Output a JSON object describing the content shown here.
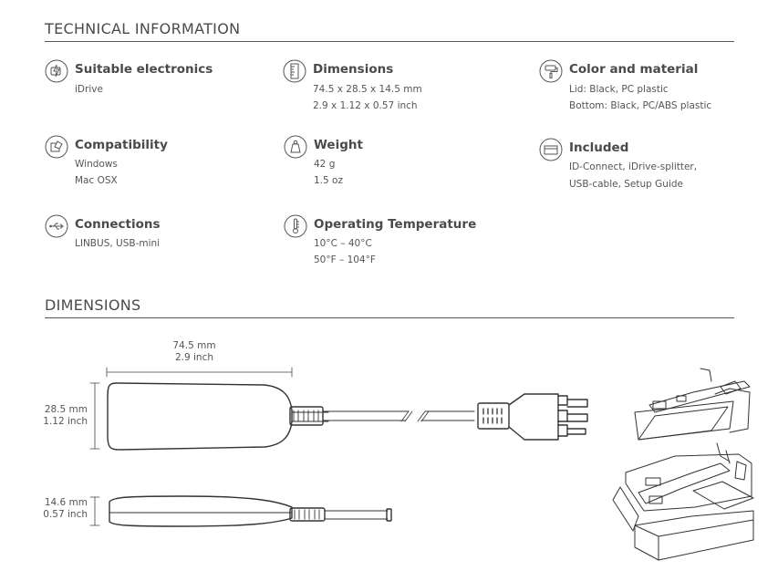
{
  "technical": {
    "title": "TECHNICAL INFORMATION",
    "specs": [
      {
        "icon": "electronics-icon",
        "title": "Suitable electronics",
        "lines": [
          "iDrive"
        ]
      },
      {
        "icon": "dimensions-ruler-icon",
        "title": "Dimensions",
        "lines": [
          "74.5 x 28.5 x 14.5 mm",
          "2.9 x 1.12 x 0.57 inch"
        ]
      },
      {
        "icon": "paint-roller-icon",
        "title": "Color and material",
        "lines": [
          "Lid: Black, PC plastic",
          "Bottom: Black, PC/ABS plastic"
        ]
      },
      {
        "icon": "compatibility-icon",
        "title": "Compatibility",
        "lines": [
          "Windows",
          "Mac OSX"
        ]
      },
      {
        "icon": "weight-icon",
        "title": "Weight",
        "lines": [
          "42 g",
          "1.5 oz"
        ]
      },
      {
        "icon": "box-icon",
        "title": "Included",
        "lines": [
          "ID-Connect, iDrive-splitter,",
          "USB-cable, Setup Guide"
        ]
      },
      {
        "icon": "usb-icon",
        "title": "Connections",
        "lines": [
          "LINBUS, USB-mini"
        ]
      },
      {
        "icon": "thermometer-icon",
        "title": "Operating Temperature",
        "lines": [
          "10°C – 40°C",
          "50°F – 104°F"
        ]
      }
    ]
  },
  "dimensions": {
    "title": "DIMENSIONS",
    "length": [
      "74.5 mm",
      "2.9 inch"
    ],
    "width": [
      "28.5 mm",
      "1.12 inch"
    ],
    "height": [
      "14.6 mm",
      "0.57 inch"
    ]
  }
}
